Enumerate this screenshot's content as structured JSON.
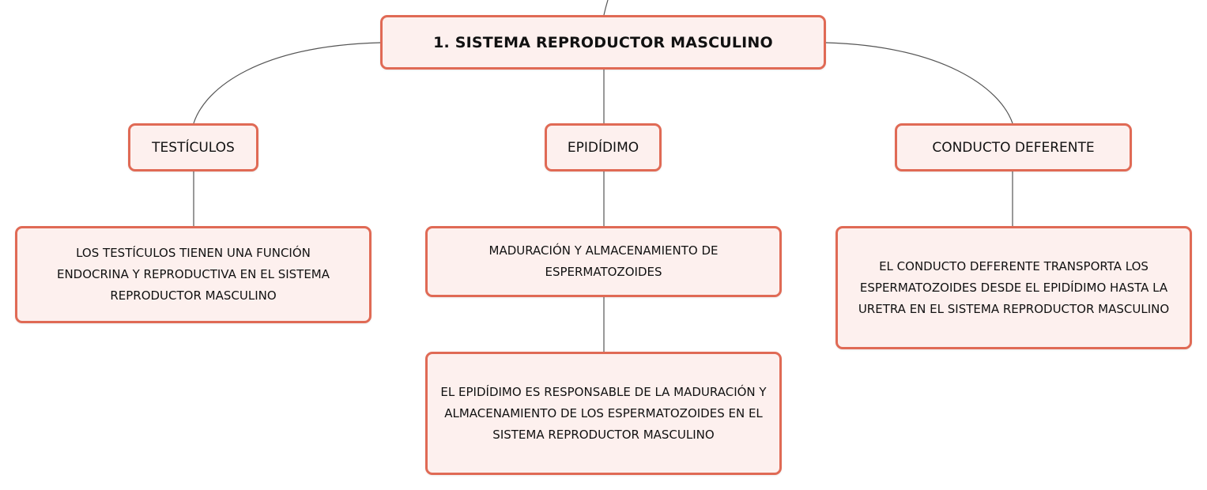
{
  "colors": {
    "node_border": "#e06a55",
    "node_fill": "#fdf0ee",
    "connector": "#555555",
    "text": "#111111"
  },
  "root": {
    "label": "1. SISTEMA REPRODUCTOR MASCULINO"
  },
  "branches": [
    {
      "label": "TESTÍCULOS",
      "children": [
        {
          "text": "LOS TESTÍCULOS TIENEN UNA FUNCIÓN ENDOCRINA Y REPRODUCTIVA EN EL SISTEMA REPRODUCTOR MASCULINO"
        }
      ]
    },
    {
      "label": "EPIDÍDIMO",
      "children": [
        {
          "text": "MADURACIÓN Y ALMACENAMIENTO DE ESPERMATOZOIDES"
        },
        {
          "text": "EL EPIDÍDIMO ES RESPONSABLE DE LA MADURACIÓN Y ALMACENAMIENTO DE LOS ESPERMATOZOIDES EN EL SISTEMA REPRODUCTOR MASCULINO"
        }
      ]
    },
    {
      "label": "CONDUCTO DEFERENTE",
      "children": [
        {
          "text": "EL CONDUCTO DEFERENTE TRANSPORTA LOS ESPERMATOZOIDES DESDE EL EPIDÍDIMO HASTA LA URETRA EN EL SISTEMA REPRODUCTOR MASCULINO"
        }
      ]
    }
  ]
}
